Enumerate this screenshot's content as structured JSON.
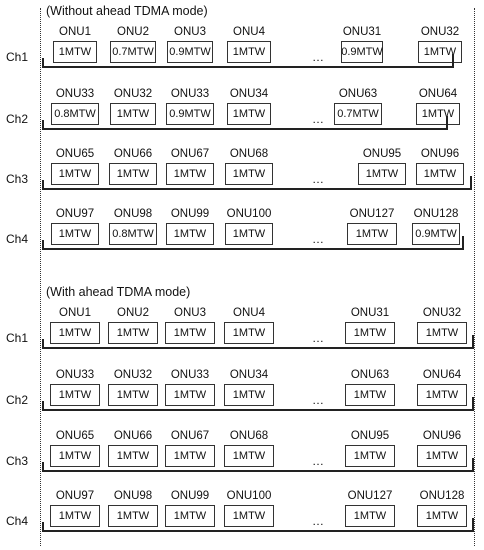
{
  "sections": [
    {
      "title": "(Without ahead TDMA mode)",
      "rows": [
        {
          "channel": "Ch1",
          "slots": [
            {
              "onu": "ONU1",
              "value": "1MTW"
            },
            {
              "onu": "ONU2",
              "value": "0.7MTW"
            },
            {
              "onu": "ONU3",
              "value": "0.9MTW"
            },
            {
              "onu": "ONU4",
              "value": "1MTW"
            },
            {
              "onu": "ONU31",
              "value": "0.9MTW"
            },
            {
              "onu": "ONU32",
              "value": "1MTW"
            }
          ]
        },
        {
          "channel": "Ch2",
          "slots": [
            {
              "onu": "ONU33",
              "value": "0.8MTW"
            },
            {
              "onu": "ONU32",
              "value": "1MTW"
            },
            {
              "onu": "ONU33",
              "value": "0.9MTW"
            },
            {
              "onu": "ONU34",
              "value": "1MTW"
            },
            {
              "onu": "ONU63",
              "value": "0.7MTW"
            },
            {
              "onu": "ONU64",
              "value": "1MTW"
            }
          ]
        },
        {
          "channel": "Ch3",
          "slots": [
            {
              "onu": "ONU65",
              "value": "1MTW"
            },
            {
              "onu": "ONU66",
              "value": "1MTW"
            },
            {
              "onu": "ONU67",
              "value": "1MTW"
            },
            {
              "onu": "ONU68",
              "value": "1MTW"
            },
            {
              "onu": "ONU95",
              "value": "1MTW"
            },
            {
              "onu": "ONU96",
              "value": "1MTW"
            }
          ]
        },
        {
          "channel": "Ch4",
          "slots": [
            {
              "onu": "ONU97",
              "value": "1MTW"
            },
            {
              "onu": "ONU98",
              "value": "0.8MTW"
            },
            {
              "onu": "ONU99",
              "value": "1MTW"
            },
            {
              "onu": "ONU100",
              "value": "1MTW"
            },
            {
              "onu": "ONU127",
              "value": "1MTW"
            },
            {
              "onu": "ONU128",
              "value": "0.9MTW"
            }
          ]
        }
      ]
    },
    {
      "title": "(With ahead TDMA mode)",
      "rows": [
        {
          "channel": "Ch1",
          "slots": [
            {
              "onu": "ONU1",
              "value": "1MTW"
            },
            {
              "onu": "ONU2",
              "value": "1MTW"
            },
            {
              "onu": "ONU3",
              "value": "1MTW"
            },
            {
              "onu": "ONU4",
              "value": "1MTW"
            },
            {
              "onu": "ONU31",
              "value": "1MTW"
            },
            {
              "onu": "ONU32",
              "value": "1MTW"
            }
          ]
        },
        {
          "channel": "Ch2",
          "slots": [
            {
              "onu": "ONU33",
              "value": "1MTW"
            },
            {
              "onu": "ONU32",
              "value": "1MTW"
            },
            {
              "onu": "ONU33",
              "value": "1MTW"
            },
            {
              "onu": "ONU34",
              "value": "1MTW"
            },
            {
              "onu": "ONU63",
              "value": "1MTW"
            },
            {
              "onu": "ONU64",
              "value": "1MTW"
            }
          ]
        },
        {
          "channel": "Ch3",
          "slots": [
            {
              "onu": "ONU65",
              "value": "1MTW"
            },
            {
              "onu": "ONU66",
              "value": "1MTW"
            },
            {
              "onu": "ONU67",
              "value": "1MTW"
            },
            {
              "onu": "ONU68",
              "value": "1MTW"
            },
            {
              "onu": "ONU95",
              "value": "1MTW"
            },
            {
              "onu": "ONU96",
              "value": "1MTW"
            }
          ]
        },
        {
          "channel": "Ch4",
          "slots": [
            {
              "onu": "ONU97",
              "value": "1MTW"
            },
            {
              "onu": "ONU98",
              "value": "1MTW"
            },
            {
              "onu": "ONU99",
              "value": "1MTW"
            },
            {
              "onu": "ONU100",
              "value": "1MTW"
            },
            {
              "onu": "ONU127",
              "value": "1MTW"
            },
            {
              "onu": "ONU128",
              "value": "1MTW"
            }
          ]
        }
      ]
    }
  ],
  "ellipsis": "…"
}
